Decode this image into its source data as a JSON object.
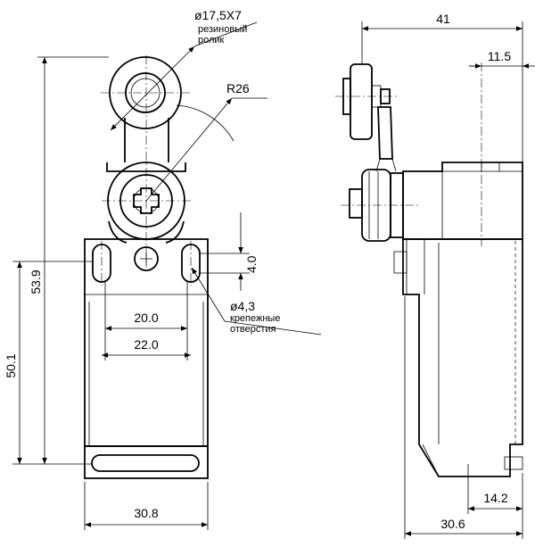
{
  "front_view": {
    "roller": {
      "diameter_label": "ø17,5X7",
      "note_line1": "резиновый",
      "note_line2": "ролик"
    },
    "lever_radius_label": "R26",
    "hole_offset_label": "4.0",
    "holes": {
      "diameter_label": "ø4,3",
      "note_line1": "крепежные",
      "note_line2": "отверстия"
    },
    "hole_spacing_label": "20.0",
    "slot_spacing_label": "22.0",
    "total_height_label": "53.9",
    "body_height_label": "50.1",
    "width_label": "30.8"
  },
  "side_view": {
    "total_width_label": "41",
    "lever_offset_label": "11.5",
    "bottom_offset_label": "14.2",
    "body_depth_label": "30.6"
  }
}
